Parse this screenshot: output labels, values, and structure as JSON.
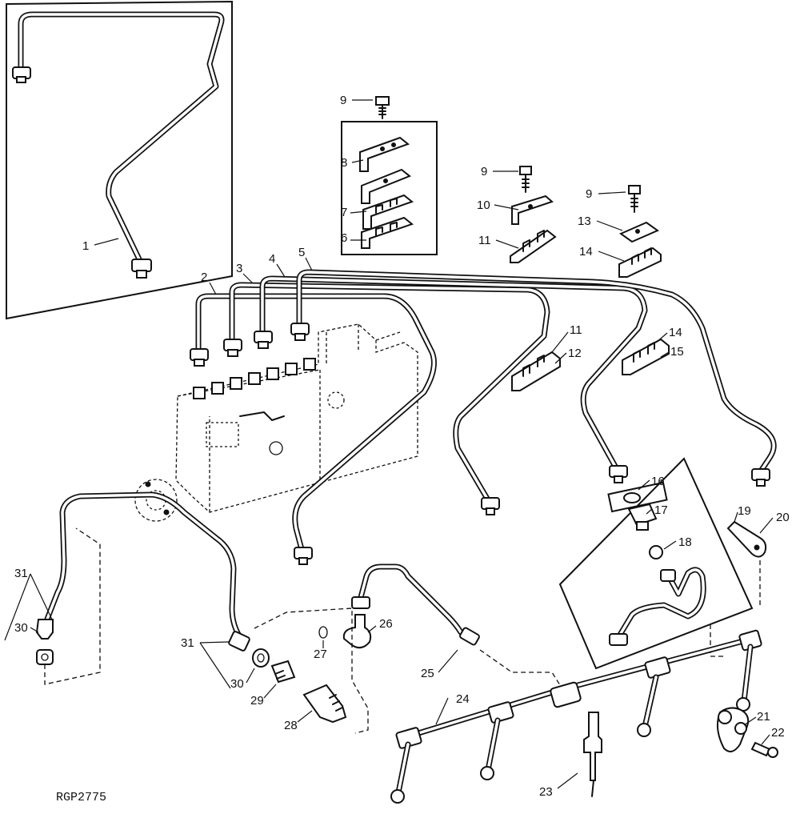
{
  "figure_code": "RGP2775",
  "callouts": {
    "c1": "1",
    "c2": "2",
    "c3": "3",
    "c4": "4",
    "c5": "5",
    "c6": "6",
    "c7": "7",
    "c8": "8",
    "c9a": "9",
    "c9b": "9",
    "c9c": "9",
    "c10": "10",
    "c11a": "11",
    "c11b": "11",
    "c12": "12",
    "c13": "13",
    "c14a": "14",
    "c14b": "14",
    "c15": "15",
    "c16": "16",
    "c17": "17",
    "c18": "18",
    "c19": "19",
    "c20": "20",
    "c21": "21",
    "c22": "22",
    "c23": "23",
    "c24": "24",
    "c25": "25",
    "c26": "26",
    "c27": "27",
    "c28": "28",
    "c29": "29",
    "c30a": "30",
    "c30b": "30",
    "c31a": "31",
    "c31b": "31"
  }
}
